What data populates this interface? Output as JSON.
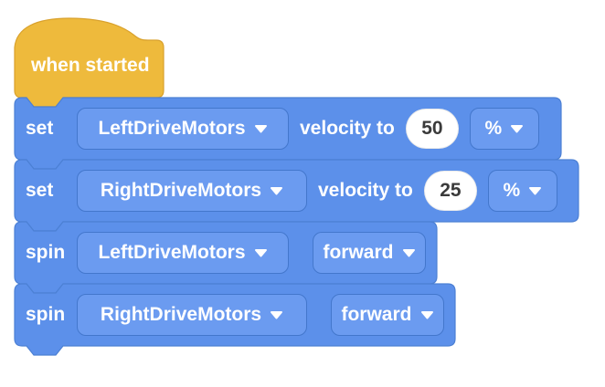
{
  "colors": {
    "hat_fill": "#eeba3c",
    "hat_border": "#d9a12c",
    "block_fill": "#5c90ea",
    "block_border": "#4c80d4",
    "field_fill": "#6b9bf0",
    "field_border": "#4377cc",
    "input_fill": "#ffffff",
    "input_text": "#3a3a3a",
    "text": "#ffffff"
  },
  "hat": {
    "label": "when started"
  },
  "blocks": [
    {
      "verb": "set",
      "motor": "LeftDriveMotors",
      "connector": "velocity to",
      "value": "50",
      "unit": "%"
    },
    {
      "verb": "set",
      "motor": "RightDriveMotors",
      "connector": "velocity to",
      "value": "25",
      "unit": "%"
    },
    {
      "verb": "spin",
      "motor": "LeftDriveMotors",
      "direction": "forward"
    },
    {
      "verb": "spin",
      "motor": "RightDriveMotors",
      "direction": "forward"
    }
  ]
}
